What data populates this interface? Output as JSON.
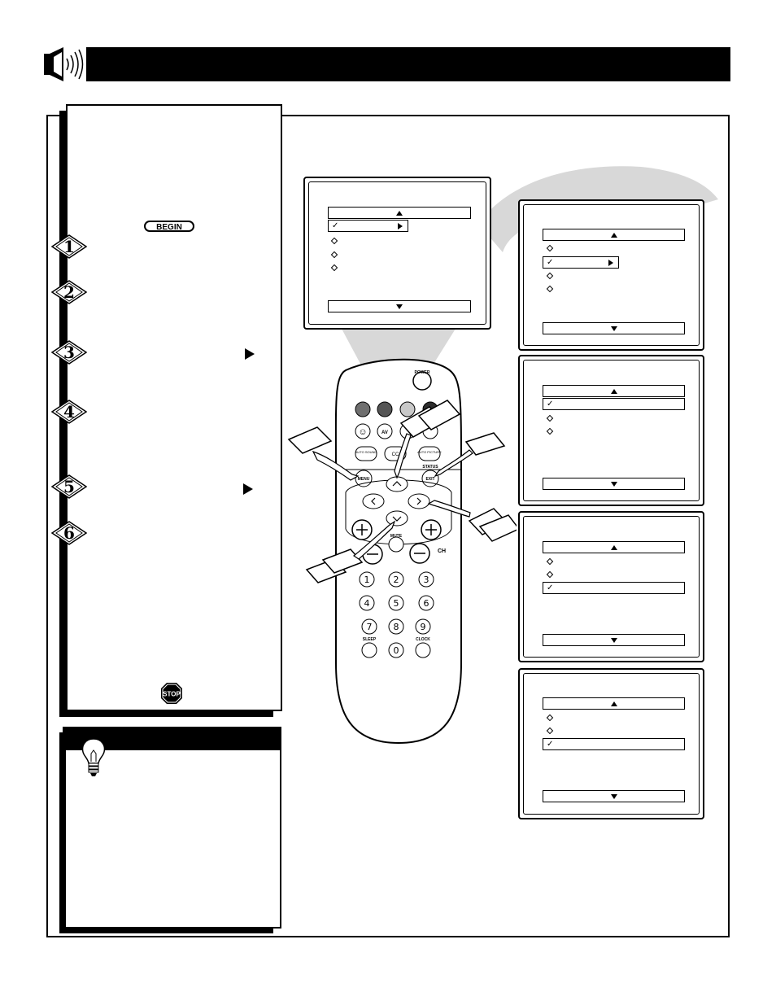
{
  "header": {
    "title": ""
  },
  "instructions": {
    "begin_label": "BEGIN",
    "stop_label": "STOP",
    "steps": [
      "1",
      "2",
      "3",
      "4",
      "5",
      "6"
    ]
  },
  "remote": {
    "power_label": "POWER",
    "av_label": "AV",
    "auto_sound_label": "AUTO SOUND",
    "cc_label": "CC",
    "auto_picture_label": "AUTO PICTURE",
    "menu_label": "MENU",
    "status_label": "STATUS",
    "exit_label": "EXIT",
    "mute_label": "MUTE",
    "ch_label": "CH",
    "sleep_label": "SLEEP",
    "clock_label": "CLOCK",
    "digits": [
      "1",
      "2",
      "3",
      "4",
      "5",
      "6",
      "7",
      "8",
      "9",
      "0"
    ]
  },
  "icons": {
    "speaker": "speaker-icon",
    "lightbulb": "lightbulb-icon",
    "stop": "stop-sign-icon",
    "begin": "begin-badge-icon"
  },
  "colors": {
    "ink": "#000000",
    "paper": "#ffffff",
    "beam": "#d8d8d8",
    "button_dark": "#6f6f6f",
    "button_mid": "#9a9a9a",
    "button_light": "#c9c9c9"
  }
}
